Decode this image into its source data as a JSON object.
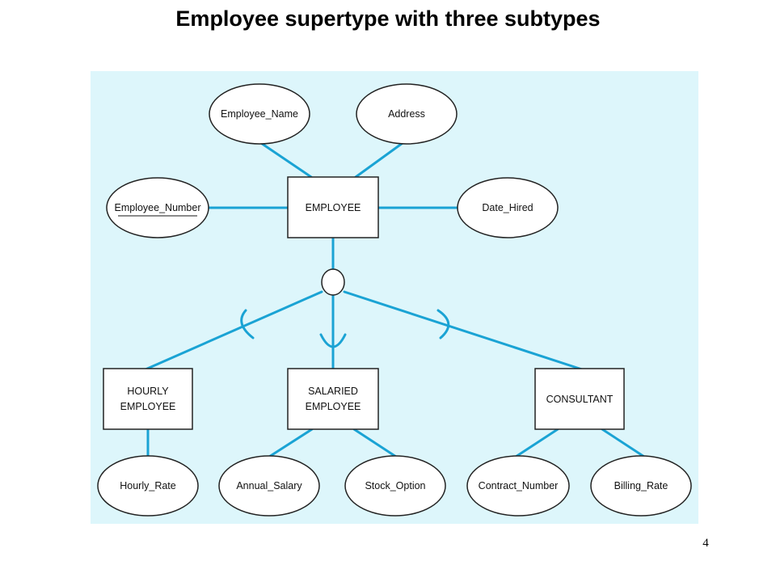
{
  "slide": {
    "title": "Employee supertype with three subtypes",
    "page_number": "4"
  },
  "colors": {
    "panel_background": "#ddf6fb",
    "connector": "#1aa3d4",
    "shape_fill": "#ffffff",
    "shape_stroke": "#222222"
  },
  "entities": {
    "employee": "EMPLOYEE",
    "hourly": [
      "HOURLY",
      "EMPLOYEE"
    ],
    "salaried": [
      "SALARIED",
      "EMPLOYEE"
    ],
    "consultant": "CONSULTANT"
  },
  "attributes": {
    "employee_name": "Employee_Name",
    "address": "Address",
    "employee_number": "Employee_Number",
    "date_hired": "Date_Hired",
    "hourly_rate": "Hourly_Rate",
    "annual_salary": "Annual_Salary",
    "stock_option": "Stock_Option",
    "contract_number": "Contract_Number",
    "billing_rate": "Billing_Rate"
  }
}
